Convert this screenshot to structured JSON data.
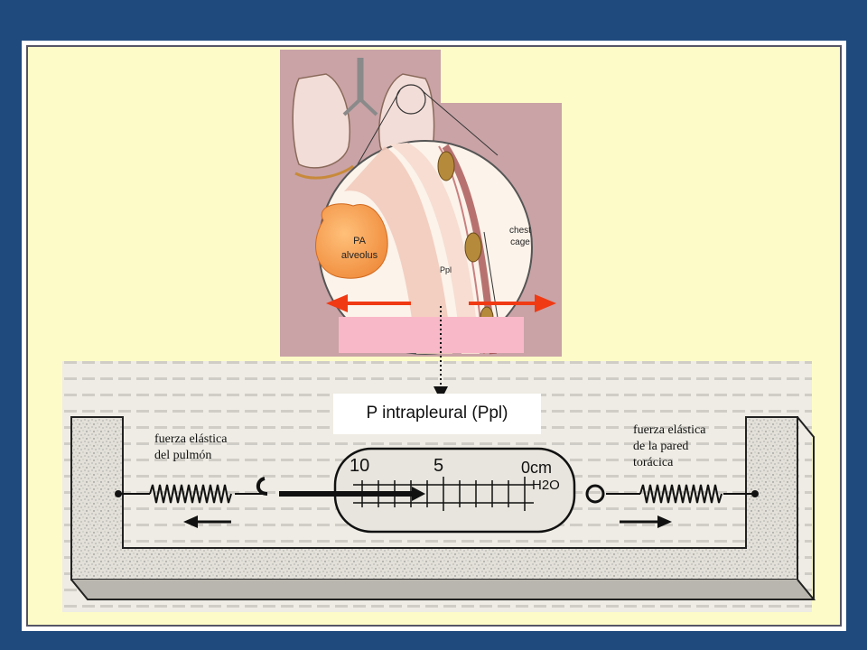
{
  "colors": {
    "background": "#1f4a7e",
    "slide": "#fdfcc8",
    "lung_panel": "#c9a3a6",
    "arrow_red": "#f03a14",
    "alveolus": "#f5984a"
  },
  "anatomy": {
    "alveolus_line1": "PA",
    "alveolus_line2": "alveolus",
    "pleural_label": "Ppl",
    "chest_cage_line1": "chest",
    "chest_cage_line2": "cage"
  },
  "callout": {
    "label": "P intrapleural (Ppl)"
  },
  "gauge": {
    "tick_10": "10",
    "tick_5": "5",
    "tick_0": "0cm",
    "unit": "H2O"
  },
  "forces": {
    "lung_line1": "fuerza elástica",
    "lung_line2": "del pulmón",
    "chest_line1": "fuerza elástica",
    "chest_line2": "de la pared",
    "chest_line3": "torácica"
  }
}
